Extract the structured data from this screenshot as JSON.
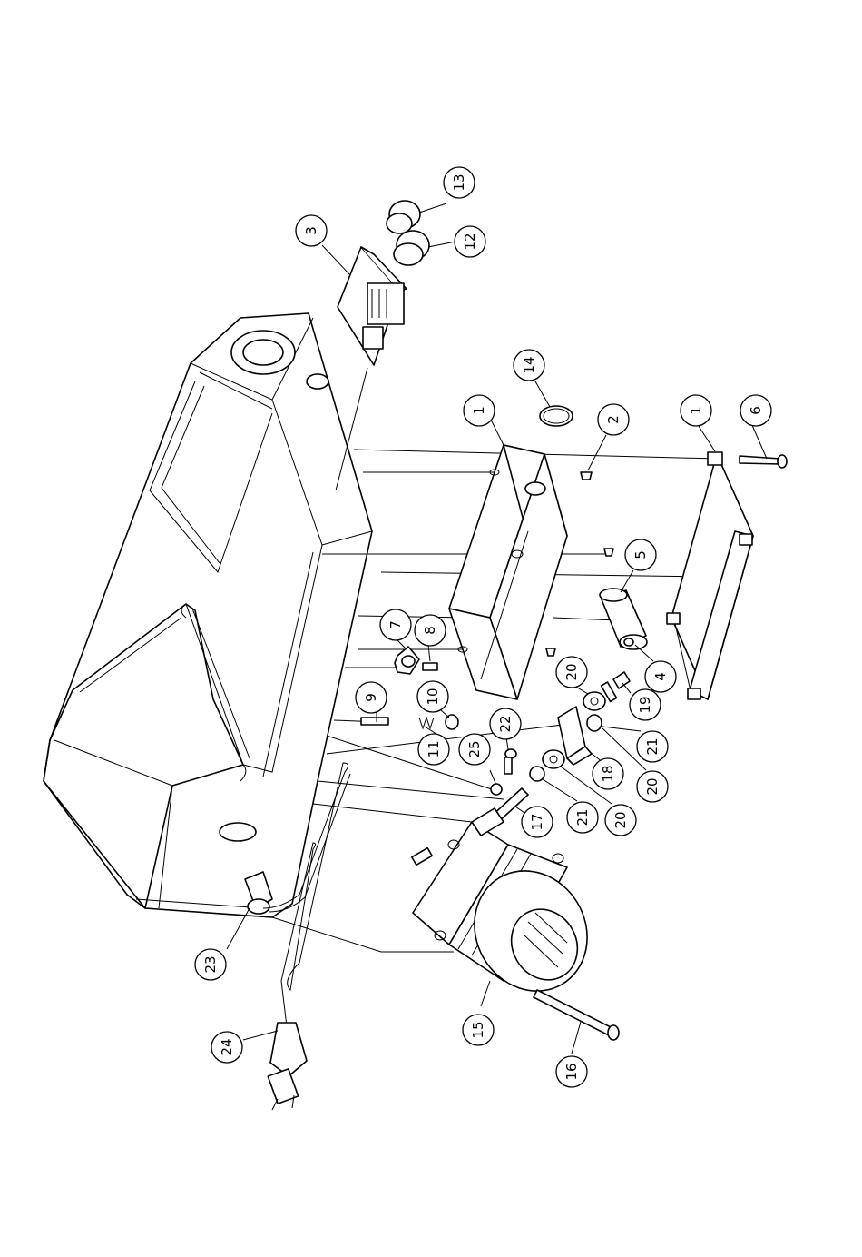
{
  "drawing": {
    "background_color": "#ffffff",
    "line_color": "#000000",
    "footer_rule_color": "#bdbdbd",
    "callouts": [
      {
        "label": "1"
      },
      {
        "label": "1"
      },
      {
        "label": "2"
      },
      {
        "label": "3"
      },
      {
        "label": "4"
      },
      {
        "label": "5"
      },
      {
        "label": "6"
      },
      {
        "label": "7"
      },
      {
        "label": "8"
      },
      {
        "label": "9"
      },
      {
        "label": "10"
      },
      {
        "label": "11"
      },
      {
        "label": "12"
      },
      {
        "label": "13"
      },
      {
        "label": "14"
      },
      {
        "label": "15"
      },
      {
        "label": "16"
      },
      {
        "label": "17"
      },
      {
        "label": "18"
      },
      {
        "label": "19"
      },
      {
        "label": "20"
      },
      {
        "label": "20"
      },
      {
        "label": "20"
      },
      {
        "label": "21"
      },
      {
        "label": "21"
      },
      {
        "label": "22"
      },
      {
        "label": "23"
      },
      {
        "label": "24"
      },
      {
        "label": "25"
      }
    ]
  }
}
